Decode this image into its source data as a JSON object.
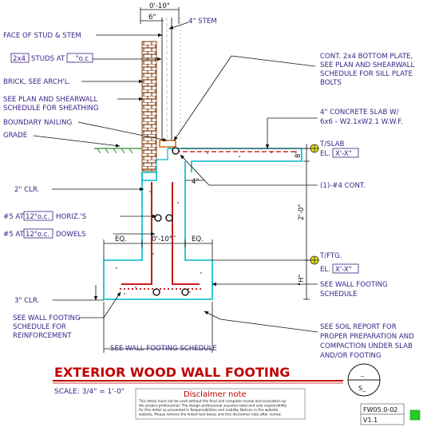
{
  "labels": {
    "dim_top": "0'-10\"",
    "dim_6": "6\"",
    "stem_4": "4\" STEM",
    "face_stud": "FACE OF STUD & STEM",
    "studs_box": "2x4",
    "studs_text": "STUDS AT",
    "studs_oc_box": "__\"o.c",
    "brick": "BRICK, SEE ARCH'L.",
    "sheathing_1": "SEE PLAN AND SHEARWALL",
    "sheathing_2": "SCHEDULE FOR SHEATHING",
    "boundary": "BOUNDARY NAILING",
    "grade": "GRADE",
    "clr2": "2\" CLR.",
    "horiz_a": "#5 AT",
    "horiz_box": "12\"o.c.",
    "horiz_b": "HORIZ.'S",
    "dowel_a": "#5 AT",
    "dowel_box": "12\"o.c.",
    "dowel_b": "DOWELS",
    "eq1": "EQ.",
    "dim_mid": "0'-10\"",
    "eq2": "EQ.",
    "clr3": "3\" CLR.",
    "see_wf_1": "SEE WALL FOOTING",
    "see_wf_2": "SCHEDULE FOR",
    "see_wf_3": "REINFORCEMENT",
    "bottom_dim": "SEE WALL FOOTING SCHEDULE",
    "plate_1": "CONT. 2x4 BOTTOM PLATE,",
    "plate_2": "SEE PLAN AND SHEARWALL",
    "plate_3": "SCHEDULE FOR SILL PLATE",
    "plate_4": "BOLTS",
    "slab_1": "4\" CONCRETE SLAB W/",
    "slab_2": "6x6 - W2.1xW2.1 W.W.F.",
    "tslab": "T/SLAB",
    "el1": "EL.",
    "el1_box": "X'-X\"",
    "dim_8": "8\"",
    "dim_4": "4\"",
    "cont_bar": "(1)-#4 CONT.",
    "dim_20": "2'-0\"",
    "tftg": "T/FTG.",
    "el2": "EL.",
    "el2_box": "X'-X\"",
    "dim_h": "\"H\"",
    "see_wfs_1": "SEE WALL FOOTING",
    "see_wfs_2": "SCHEDULE",
    "soil_1": "SEE SOIL REPORT FOR",
    "soil_2": "PROPER PREPARATION AND",
    "soil_3": "COMPACTION UNDER SLAB",
    "soil_4": "AND/OR FOOTING"
  },
  "title": {
    "main": "EXTERIOR WOOD WALL FOOTING",
    "scale": "SCALE: 3/4\" = 1'-0\""
  },
  "ref_bubble": {
    "top": "_",
    "bottom": "S_"
  },
  "disclaimer": {
    "heading": "Disclaimer note",
    "line1": "This detail must not be used without the final and complete review and evaluation by",
    "line2": "the project professional. The design professional assumes total and sole responsibility",
    "line3": "for this detail as presented in Responsibilities and Liability Notices in the website",
    "line4": "website. Please remove the linked text boxes and this disclaimer note after review."
  },
  "id_block": {
    "code": "FW05.0-02",
    "version": "V1.1"
  },
  "colors": {
    "annotation": "#3a1f86",
    "concrete": "#00b8c8",
    "rebar": "#c00000",
    "title": "#c00000",
    "brick": "#8b4513",
    "grade": "#2e8b2e",
    "badge": "#22cc22"
  }
}
